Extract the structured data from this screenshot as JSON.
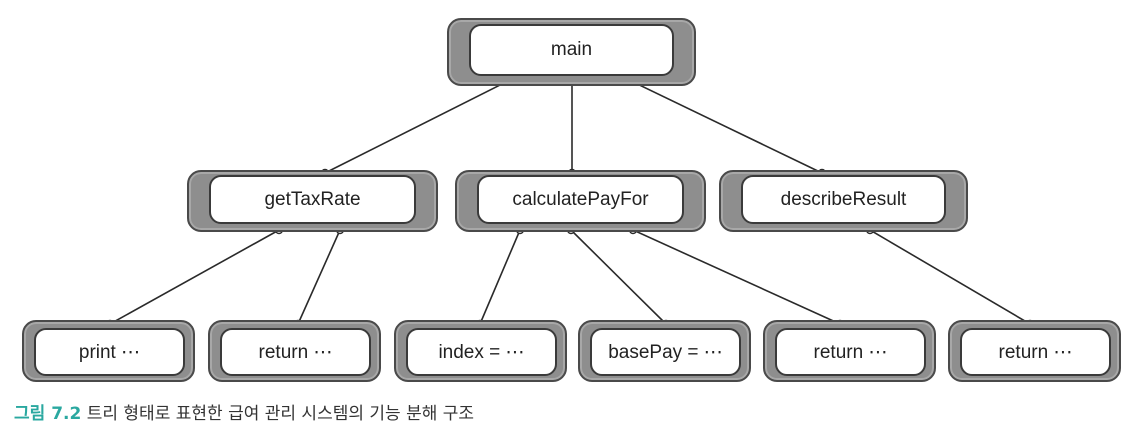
{
  "nodes": {
    "main": "main",
    "getTaxRate": "getTaxRate",
    "calculatePayFor": "calculatePayFor",
    "describeResult": "describeResult",
    "print": "print ⋯",
    "return1": "return ⋯",
    "index": "index = ⋯",
    "basePay": "basePay = ⋯",
    "return2": "return ⋯",
    "return3": "return ⋯"
  },
  "edges": [
    [
      "main",
      "getTaxRate"
    ],
    [
      "main",
      "calculatePayFor"
    ],
    [
      "main",
      "describeResult"
    ],
    [
      "getTaxRate",
      "print"
    ],
    [
      "getTaxRate",
      "return1"
    ],
    [
      "calculatePayFor",
      "index"
    ],
    [
      "calculatePayFor",
      "basePay"
    ],
    [
      "calculatePayFor",
      "return2"
    ],
    [
      "describeResult",
      "return3"
    ]
  ],
  "caption": {
    "label": "그림 7.2",
    "text": "트리 형태로 표현한 급여 관리 시스템의 기능 분해 구조"
  }
}
